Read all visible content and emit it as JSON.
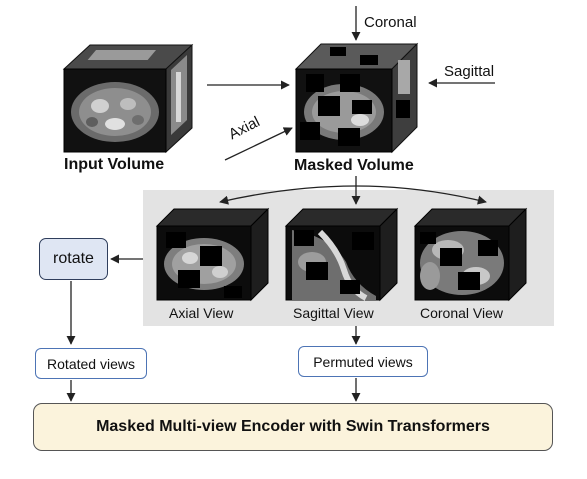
{
  "labels": {
    "coronal": "Coronal",
    "sagittal": "Sagittal",
    "axial": "Axial",
    "input_volume": "Input Volume",
    "masked_volume": "Masked Volume",
    "axial_view": "Axial View",
    "sagittal_view": "Sagittal View",
    "coronal_view": "Coronal View",
    "rotate": "rotate",
    "rotated_views": "Rotated views",
    "permuted_views": "Permuted views",
    "encoder": "Masked Multi-view Encoder with Swin Transformers"
  },
  "colors": {
    "panel_bg": "#e3e3e3",
    "rotate_fill": "#dfe6f3",
    "rotate_border": "#2f3e5c",
    "views_border": "#4d74b5",
    "encoder_fill": "#fbf3dc",
    "encoder_border": "#555555",
    "arrow": "#222222"
  }
}
